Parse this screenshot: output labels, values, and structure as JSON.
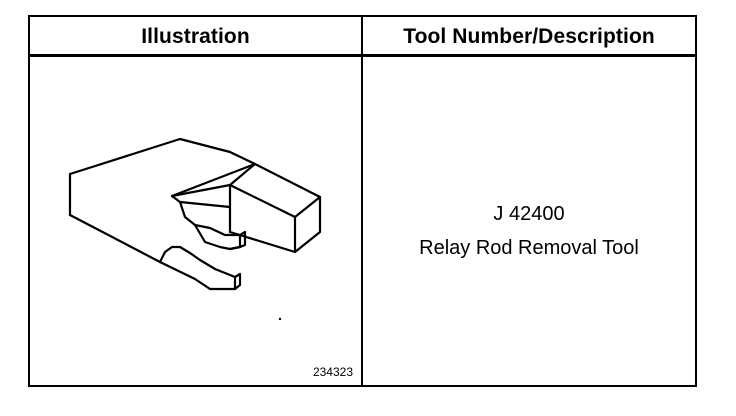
{
  "table": {
    "header_illustration": "Illustration",
    "header_tool": "Tool Number/Description"
  },
  "row": {
    "figure_number": "234323",
    "tool_number": "J 42400",
    "tool_description": "Relay Rod Removal Tool"
  },
  "colors": {
    "line": "#000000",
    "background": "#ffffff"
  }
}
